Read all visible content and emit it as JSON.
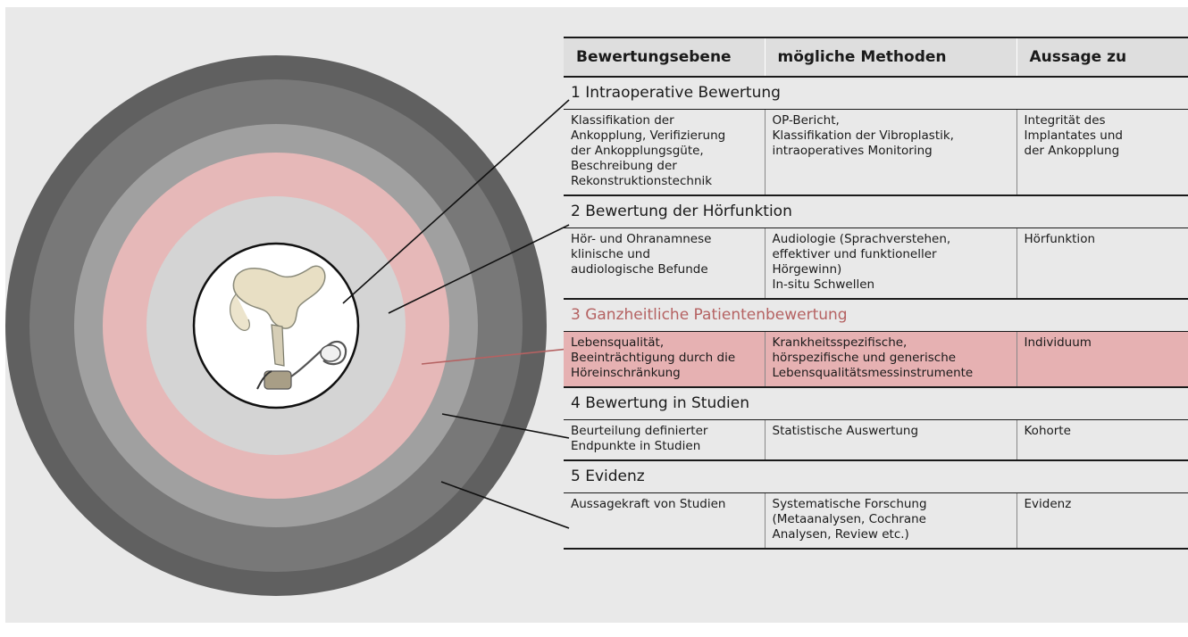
{
  "colors": {
    "ring_outer": "#606060",
    "ring_dark": "#787878",
    "ring_mid": "#a0a0a0",
    "ring_pink": "#e6b8b8",
    "ring_light": "#d4d4d4",
    "center": "#ffffff",
    "highlight": "#e6b1b2",
    "highlight_text": "#b56262",
    "pointer_line": "#111111",
    "pointer_highlight": "#b56262"
  },
  "icons": {
    "center": "middle-ear-implant-icon"
  },
  "table": {
    "headers": [
      "Bewertungsebene",
      "mögliche Methoden",
      "Aussage zu"
    ],
    "levels": [
      {
        "title": "1 Intraoperative Bewertung",
        "highlight": false,
        "cells": [
          "Klassifikation der\nAnkopplung, Verifizierung\nder Ankopplungsgüte,\nBeschreibung der\nRekonstruktionstechnik",
          "OP-Bericht,\nKlassifikation der Vibroplastik,\nintraoperatives Monitoring",
          "Integrität des\nImplantates und\nder Ankopplung"
        ]
      },
      {
        "title": "2 Bewertung der Hörfunktion",
        "highlight": false,
        "cells": [
          "Hör- und Ohranamnese\nklinische und\naudiologische Befunde",
          "Audiologie (Sprachverstehen,\neffektiver und funktioneller\nHörgewinn)\nIn-situ Schwellen",
          "Hörfunktion"
        ]
      },
      {
        "title": "3 Ganzheitliche Patientenbewertung",
        "highlight": true,
        "cells": [
          "Lebensqualität,\nBeeinträchtigung durch die\nHöreinschränkung",
          "Krankheitsspezifische,\nhörspezifische und generische\nLebensqualitätsmessinstrumente",
          "Individuum"
        ]
      },
      {
        "title": "4 Bewertung in Studien",
        "highlight": false,
        "cells": [
          "Beurteilung definierter\nEndpunkte in Studien",
          "Statistische Auswertung",
          "Kohorte"
        ]
      },
      {
        "title": "5 Evidenz",
        "highlight": false,
        "cells": [
          "Aussagekraft von Studien",
          "Systematische Forschung\n(Metaanalysen, Cochrane\nAnalysen, Review etc.)",
          "Evidenz"
        ]
      }
    ]
  }
}
